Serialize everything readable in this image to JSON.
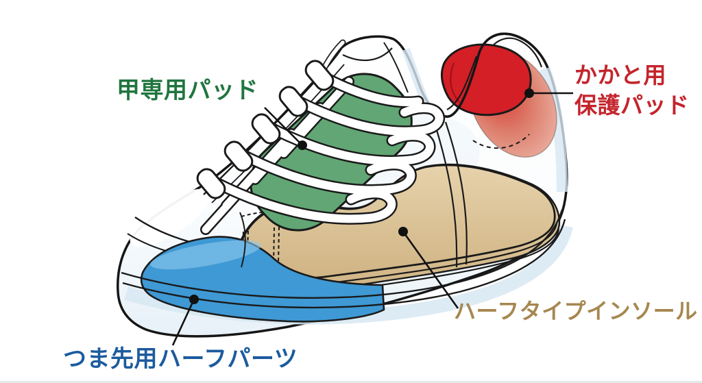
{
  "page": {
    "background": "#ffffff",
    "description": "Cutaway illustration of a transparent sneaker showing internal cushioning parts"
  },
  "labels": {
    "instep_pad": {
      "text": "甲専用パッド",
      "color": "#20753f"
    },
    "heel_pad": {
      "line1": "かかと用",
      "line2": "保護パッド",
      "color": "#c4242c"
    },
    "insole": {
      "text": "ハーフタイプインソール",
      "color": "#a6874f"
    },
    "toe_part": {
      "text": "つま先用ハーフパーツ",
      "color": "#1c5b9e"
    }
  },
  "parts": {
    "instep_pad": {
      "label": "甲専用パッド",
      "fill": "#61a674"
    },
    "heel_pad": {
      "label": "かかと用保護パッド",
      "fill": "#d41f27",
      "halo_fill": "#dd7e6c"
    },
    "insole": {
      "label": "ハーフタイプインソール",
      "fill": "#d9c094"
    },
    "toe_part": {
      "label": "つま先用ハーフパーツ",
      "fill": "#3e99d4"
    }
  }
}
